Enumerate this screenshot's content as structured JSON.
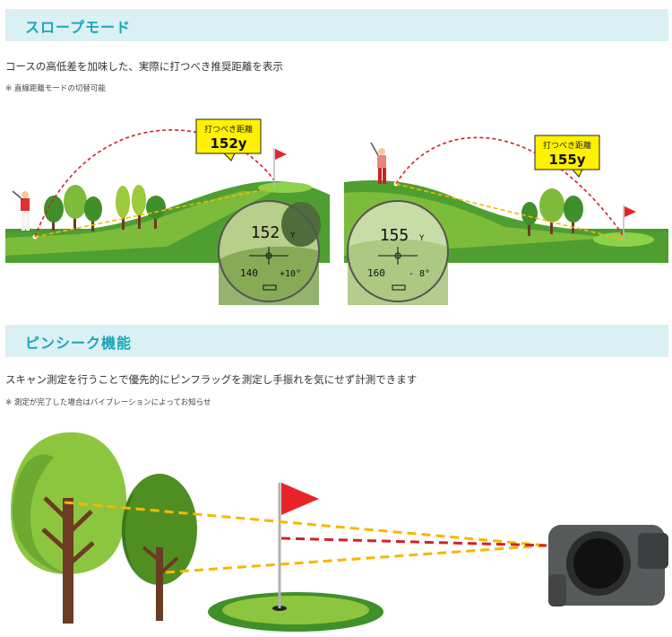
{
  "slope": {
    "title": "スロープモード",
    "description": "コースの高低差を加味した、実際に打つべき推奨距離を表示",
    "note": "※ 直線距離モードの切替可能",
    "left": {
      "callout_label": "打つべき距離",
      "callout_value": "152y",
      "lcd_main": "152",
      "lcd_unit": "Y",
      "lcd_line": "140",
      "lcd_angle": "+10°"
    },
    "right": {
      "callout_label": "打つべき距離",
      "callout_value": "155y",
      "lcd_main": "155",
      "lcd_unit": "Y",
      "lcd_line": "160",
      "lcd_angle": "- 8°"
    }
  },
  "pinseek": {
    "title": "ピンシーク機能",
    "description": "スキャン測定を行うことで優先的にピンフラッグを測定し手振れを気にせず計測できます",
    "note": "※ 測定が完了した場合はバイブレーションによってお知らせ"
  },
  "colors": {
    "accent": "#1aa6b7",
    "header_bg": "#daf0f2",
    "grass_dark": "#3f8f2a",
    "grass_light": "#8cc63e",
    "flag": "#e8242a",
    "callout": "#fff200",
    "trajectory": "#d4202a",
    "line_of_sight": "#f5b800"
  }
}
